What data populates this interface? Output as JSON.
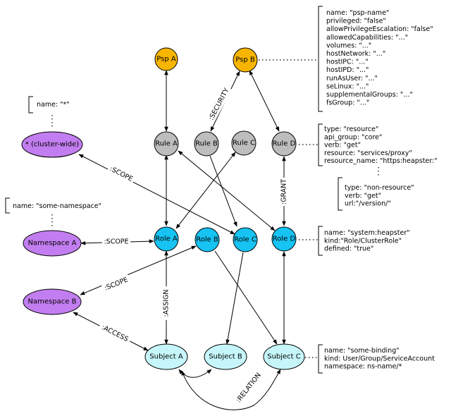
{
  "nodes": {
    "psp_a": "Psp A",
    "psp_b": "Psp B",
    "cluster_wide": "* (cluster-wide)",
    "rule_a": "Rule A",
    "rule_b": "Rule B",
    "rule_c": "Rule C",
    "rule_d": "Rule D",
    "namespace_a": "Namespace A",
    "namespace_b": "Namespace B",
    "role_a": "Role A",
    "role_b": "Role B",
    "role_c": "Role C",
    "role_d": "Role D",
    "subject_a": "Subject A",
    "subject_b": "Subject B",
    "subject_c": "Subject C"
  },
  "edge_labels": {
    "security": ":SECURITY",
    "scope_cluster": ":SCOPE",
    "scope_ns_a": ":SCOPE",
    "scope_ns_b": ":SCOPE",
    "grant": ":GRANT",
    "assign": ":ASSIGN",
    "access": ":ACCESS",
    "relation": ":RELATION"
  },
  "annotations": {
    "psp_props": [
      "name: \"psp-name\"",
      "privileged: \"false\"",
      "allowPrivilegeEscalation: \"false\"",
      "allowedCapabilities: \"...\"",
      "volumes: \"...\"",
      "hostNetwork: \"...\"",
      "hostIPC: \"...\"",
      "hostIPD: \"...\"",
      "runAsUser: \"...\"",
      "seLinux: \"...\"",
      "supplementalGroups: \"...\"",
      "fsGroup: \"...\""
    ],
    "cluster_props": [
      "name: \"*\""
    ],
    "namespace_props": [
      "name: \"some-namespace\""
    ],
    "rule_resource_props": [
      "type: \"resource\"",
      "api_group: \"core\"",
      "verb: \"get\"",
      "resource: \"services/proxy\"",
      "resource_name: \"https:heapster:\""
    ],
    "rule_nonresource_props": [
      "type: \"non-resource\"",
      "verb: \"get\"",
      "url:\"/version/\""
    ],
    "role_props": [
      "name: \"system:heapster\"",
      "kind:\"Role/ClusterRole\"",
      "defined: \"true\""
    ],
    "binding_props": [
      "name: \"some-binding\"",
      "kind: User/Group/ServiceAccount",
      "namespace: ns-name/*"
    ]
  },
  "colors": {
    "psp": "#f7b500",
    "rule": "#bdbdbd",
    "namespace": "#c27ef0",
    "role": "#16c3f2",
    "subject": "#c6f6fa"
  }
}
